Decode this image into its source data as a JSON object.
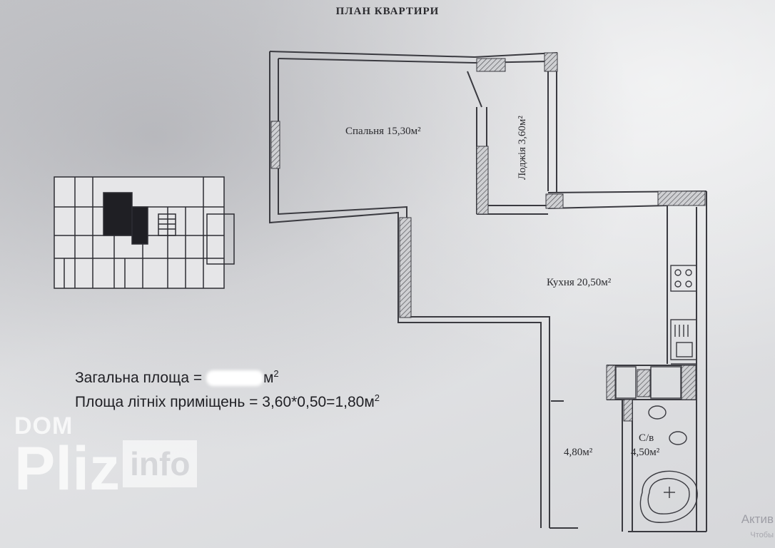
{
  "title": "ПЛАН КВАРТИРИ",
  "rooms": {
    "bedroom": "Спальня  15,30м²",
    "loggia": "Лоджія 3,60м²",
    "kitchen": "Кухня 20,50м²",
    "hall": "4,80м²",
    "bathroom_name": "С/в",
    "bathroom_area": "4,50м²"
  },
  "summary": {
    "total_label": "Загальна площа  = ",
    "total_unit": "м",
    "total_sup": "2",
    "summer_label": "Площа літніх приміщень = 3,60*0,50=1,80м",
    "summer_sup": "2"
  },
  "watermark": {
    "top": "DOM",
    "main": "Pliz",
    "info": "info"
  },
  "os_overlay": {
    "activate": "Актив",
    "sub": "Чтобы"
  },
  "colors": {
    "wall": "#3a3a40",
    "hatch": "#6b6b70",
    "paper": "#dcdde0"
  }
}
